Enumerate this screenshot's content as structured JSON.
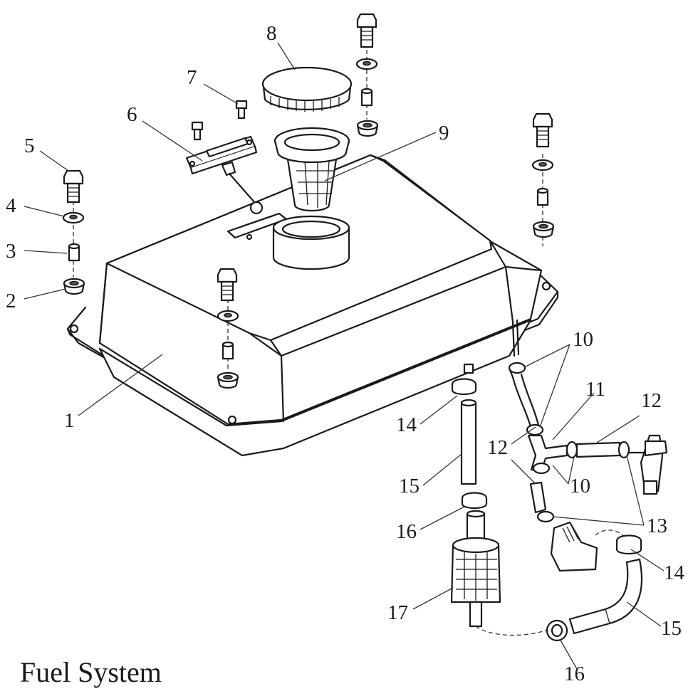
{
  "caption": "Fuel System",
  "callouts": [
    {
      "id": "c1",
      "label": "1"
    },
    {
      "id": "c2",
      "label": "2"
    },
    {
      "id": "c3",
      "label": "3"
    },
    {
      "id": "c4",
      "label": "4"
    },
    {
      "id": "c5",
      "label": "5"
    },
    {
      "id": "c6",
      "label": "6"
    },
    {
      "id": "c7",
      "label": "7"
    },
    {
      "id": "c8",
      "label": "8"
    },
    {
      "id": "c9",
      "label": "9"
    },
    {
      "id": "c10a",
      "label": "10"
    },
    {
      "id": "c10b",
      "label": "10"
    },
    {
      "id": "c11",
      "label": "11"
    },
    {
      "id": "c12a",
      "label": "12"
    },
    {
      "id": "c12b",
      "label": "12"
    },
    {
      "id": "c13",
      "label": "13"
    },
    {
      "id": "c14a",
      "label": "14"
    },
    {
      "id": "c14b",
      "label": "14"
    },
    {
      "id": "c15a",
      "label": "15"
    },
    {
      "id": "c15b",
      "label": "15"
    },
    {
      "id": "c16a",
      "label": "16"
    },
    {
      "id": "c16b",
      "label": "16"
    },
    {
      "id": "c17",
      "label": "17"
    }
  ]
}
